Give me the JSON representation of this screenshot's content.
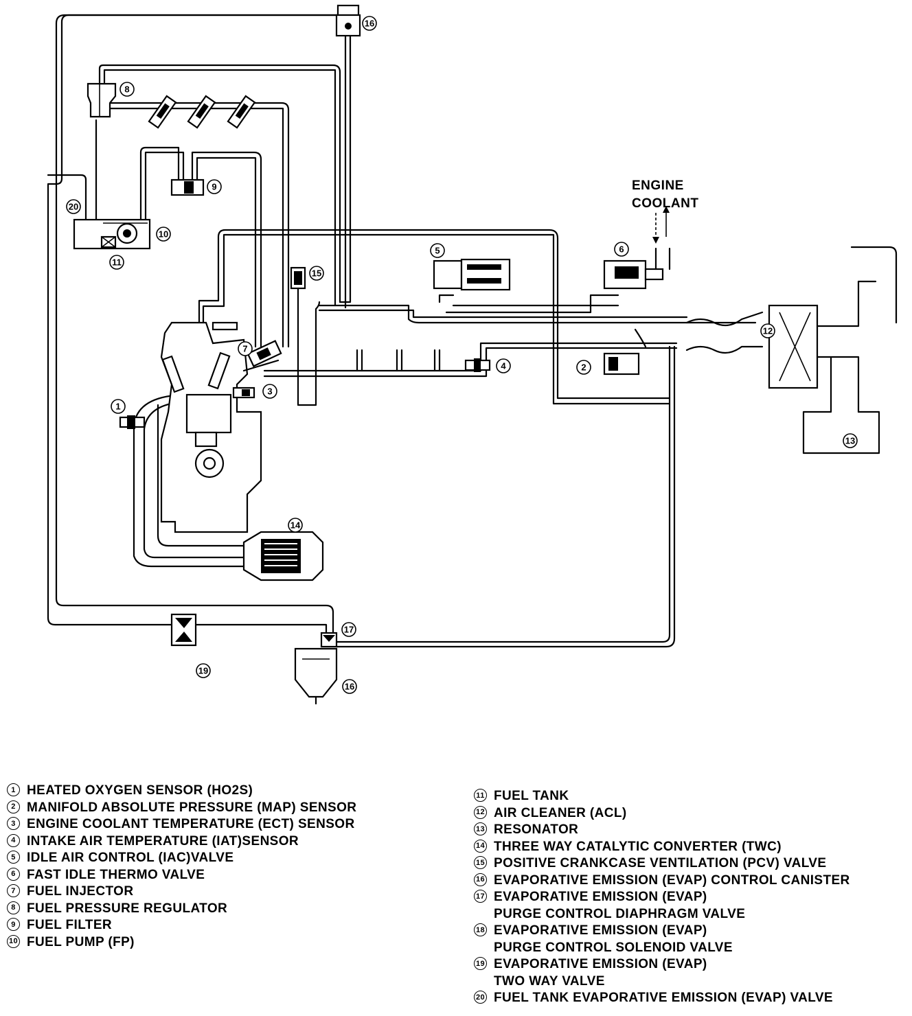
{
  "coolant_label": [
    "ENGINE",
    "COOLANT"
  ],
  "callouts": [
    "1",
    "2",
    "3",
    "4",
    "5",
    "6",
    "7",
    "8",
    "9",
    "10",
    "11",
    "12",
    "13",
    "14",
    "15",
    "16",
    "16",
    "17",
    "19",
    "20"
  ],
  "legend_left": [
    {
      "num": "1",
      "lines": [
        "HEATED OXYGEN SENSOR (HO2S)"
      ]
    },
    {
      "num": "2",
      "lines": [
        "MANIFOLD ABSOLUTE PRESSURE (MAP) SENSOR"
      ]
    },
    {
      "num": "3",
      "lines": [
        "ENGINE COOLANT TEMPERATURE (ECT) SENSOR"
      ]
    },
    {
      "num": "4",
      "lines": [
        "INTAKE AIR TEMPERATURE (IAT)SENSOR"
      ]
    },
    {
      "num": "5",
      "lines": [
        "IDLE AIR CONTROL (IAC)VALVE"
      ]
    },
    {
      "num": "6",
      "lines": [
        "FAST IDLE THERMO VALVE"
      ]
    },
    {
      "num": "7",
      "lines": [
        "FUEL INJECTOR"
      ]
    },
    {
      "num": "8",
      "lines": [
        "FUEL PRESSURE REGULATOR"
      ]
    },
    {
      "num": "9",
      "lines": [
        "FUEL FILTER"
      ]
    },
    {
      "num": "10",
      "lines": [
        "FUEL PUMP (FP)"
      ]
    }
  ],
  "legend_right": [
    {
      "num": "11",
      "lines": [
        "FUEL TANK"
      ]
    },
    {
      "num": "12",
      "lines": [
        "AIR CLEANER (ACL)"
      ]
    },
    {
      "num": "13",
      "lines": [
        "RESONATOR"
      ]
    },
    {
      "num": "14",
      "lines": [
        "THREE WAY CATALYTIC CONVERTER (TWC)"
      ]
    },
    {
      "num": "15",
      "lines": [
        "POSITIVE CRANKCASE VENTILATION (PCV) VALVE"
      ]
    },
    {
      "num": "16",
      "lines": [
        "EVAPORATIVE EMISSION (EVAP) CONTROL CANISTER"
      ]
    },
    {
      "num": "17",
      "lines": [
        "EVAPORATIVE EMISSION (EVAP)",
        "PURGE CONTROL DIAPHRAGM VALVE"
      ]
    },
    {
      "num": "18",
      "lines": [
        "EVAPORATIVE EMISSION (EVAP)",
        "PURGE CONTROL SOLENOID VALVE"
      ]
    },
    {
      "num": "19",
      "lines": [
        "EVAPORATIVE EMISSION (EVAP)",
        "TWO WAY VALVE"
      ]
    },
    {
      "num": "20",
      "lines": [
        "FUEL TANK EVAPORATIVE EMISSION (EVAP) VALVE"
      ]
    }
  ]
}
